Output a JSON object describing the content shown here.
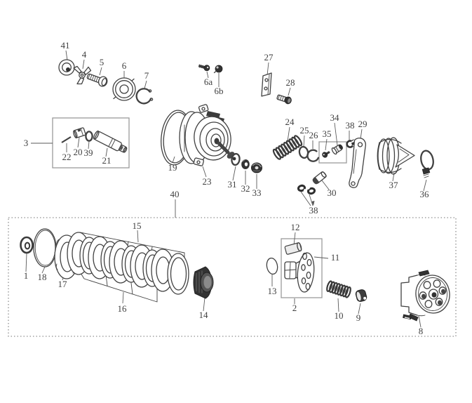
{
  "diagram": {
    "type": "exploded-parts-diagram",
    "background": "#ffffff",
    "colors": {
      "ink": "#414141",
      "label_text": "#3f3f3f",
      "group_box_border": "#9a9a9a",
      "dashed_box_border": "#8f8f8f",
      "dark_fill": "#333333"
    },
    "labels": {
      "n1": "1",
      "n2": "2",
      "n3": "3",
      "n4": "4",
      "n5": "5",
      "n6": "6",
      "n6a": "6a",
      "n6b": "6b",
      "n7": "7",
      "n8": "8",
      "n9": "9",
      "n10": "10",
      "n11": "11",
      "n12": "12",
      "n13": "13",
      "n14": "14",
      "n15": "15",
      "n16": "16",
      "n17": "17",
      "n18": "18",
      "n19": "19",
      "n20": "20",
      "n21": "21",
      "n22": "22",
      "n23": "23",
      "n24": "24",
      "n25": "25",
      "n26": "26",
      "n27": "27",
      "n28": "28",
      "n29": "29",
      "n30": "30",
      "n31": "31",
      "n32": "32",
      "n33": "33",
      "n34": "34",
      "n35": "35",
      "n36": "36",
      "n37": "37",
      "n38": "38",
      "n39": "39",
      "n40": "40",
      "n41": "41"
    },
    "part_numbers_visible": [
      "1",
      "2",
      "3",
      "4",
      "5",
      "6",
      "6a",
      "6b",
      "7",
      "8",
      "9",
      "10",
      "11",
      "12",
      "13",
      "14",
      "15",
      "16",
      "17",
      "18",
      "19",
      "20",
      "21",
      "22",
      "23",
      "24",
      "25",
      "26",
      "27",
      "28",
      "29",
      "30",
      "31",
      "32",
      "33",
      "34",
      "35",
      "36",
      "37",
      "38",
      "39",
      "40",
      "41"
    ]
  }
}
